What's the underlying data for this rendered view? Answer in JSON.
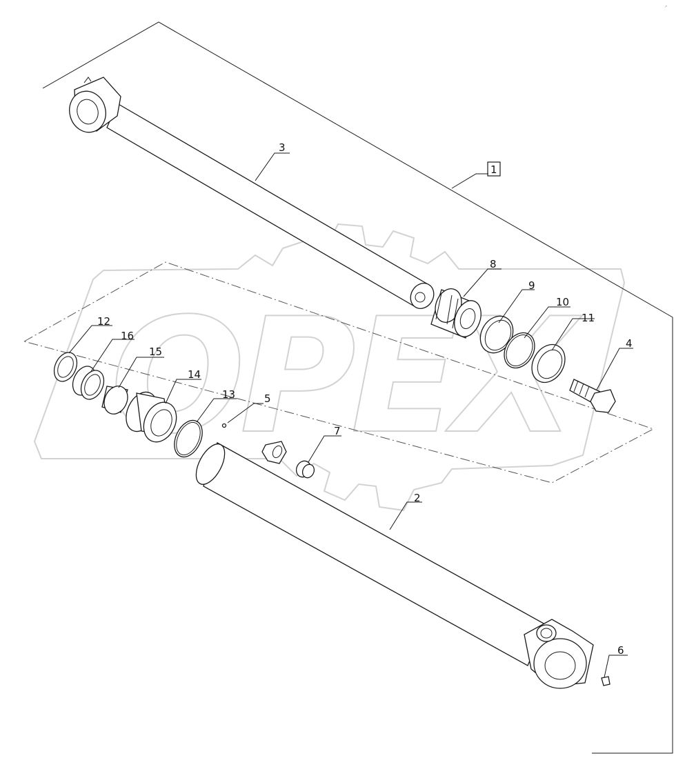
{
  "watermark": {
    "text": "OPEX",
    "color": "#d2d2d2"
  },
  "corner_mark": "↗ ",
  "assembly_label": "1",
  "callouts": [
    "1",
    "2",
    "3",
    "4",
    "5",
    "6",
    "7",
    "8",
    "9",
    "10",
    "11",
    "12",
    "13",
    "14",
    "15",
    "16"
  ],
  "labels": {
    "c1": "1",
    "c2": "2",
    "c3": "3",
    "c4": "4",
    "c5": "5",
    "c6": "6",
    "c7": "7",
    "c8": "8",
    "c9": "9",
    "c10": "10",
    "c11": "11",
    "c12": "12",
    "c13": "13",
    "c14": "14",
    "c15": "15",
    "c16": "16"
  },
  "parts": [
    {
      "id": "1",
      "name": "cylinder-assembly"
    },
    {
      "id": "2",
      "name": "cylinder-barrel"
    },
    {
      "id": "3",
      "name": "piston-rod"
    },
    {
      "id": "4",
      "name": "bolt"
    },
    {
      "id": "5",
      "name": "grease-nipple"
    },
    {
      "id": "6",
      "name": "grease-fitting"
    },
    {
      "id": "7",
      "name": "plug"
    },
    {
      "id": "8",
      "name": "piston"
    },
    {
      "id": "9",
      "name": "wear-ring"
    },
    {
      "id": "10",
      "name": "seal-ring"
    },
    {
      "id": "11",
      "name": "piston-seal"
    },
    {
      "id": "12",
      "name": "wiper-ring"
    },
    {
      "id": "13",
      "name": "o-ring"
    },
    {
      "id": "14",
      "name": "cylinder-head"
    },
    {
      "id": "15",
      "name": "bushing"
    },
    {
      "id": "16",
      "name": "rod-seal"
    }
  ],
  "colors": {
    "line": "#1a1a1a",
    "background": "#ffffff"
  }
}
